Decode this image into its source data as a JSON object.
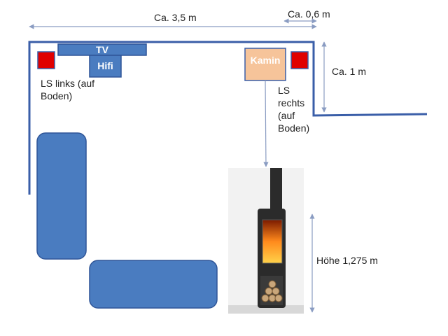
{
  "dimensions": {
    "width_label": "Ca. 3,5 m",
    "offset_label": "Ca. 0,6 m",
    "depth_label": "Ca.  1 m",
    "height_label": "Höhe 1,275 m"
  },
  "items": {
    "tv": "TV",
    "hifi": "Hifi",
    "kamin": "Kamin",
    "speaker_left": "LS links (auf Boden)",
    "speaker_right": "LS rechts (auf Boden)"
  },
  "colors": {
    "wall": "#3a5ea8",
    "furniture": "#4a7cc0",
    "speaker": "#e00000",
    "kamin": "#f6c49a",
    "stove": "#2b2b2b",
    "arrow": "#8a9cc2"
  }
}
